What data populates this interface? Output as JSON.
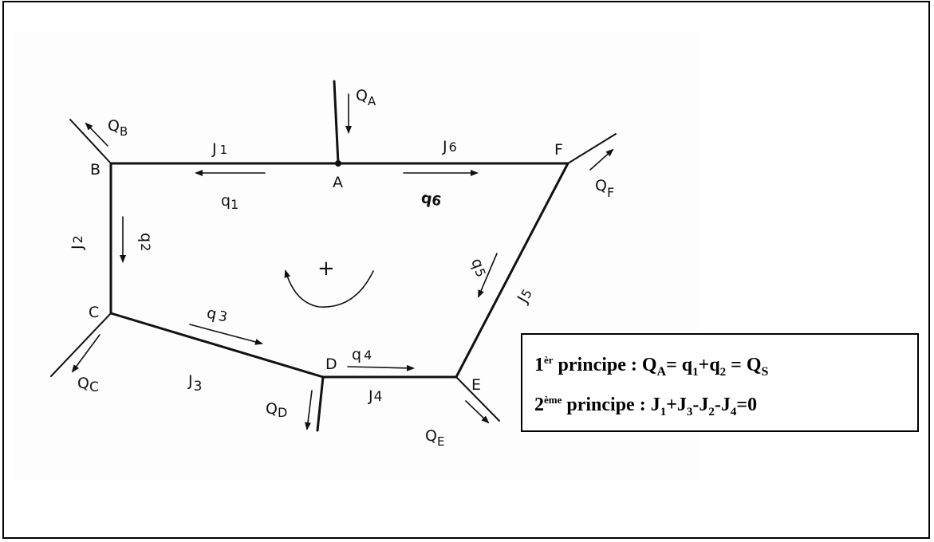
{
  "nodes": {
    "A": "A",
    "B": "B",
    "C": "C",
    "D": "D",
    "E": "E",
    "F": "F"
  },
  "inflows_outflows": {
    "QA": {
      "main": "Q",
      "sub": "A"
    },
    "QB": {
      "main": "Q",
      "sub": "B"
    },
    "QC": {
      "main": "Q",
      "sub": "C"
    },
    "QD": {
      "main": "Q",
      "sub": "D"
    },
    "QE": {
      "main": "Q",
      "sub": "E"
    },
    "QF": {
      "main": "Q",
      "sub": "F"
    }
  },
  "pipes": {
    "J1": {
      "main": "J",
      "sub": "1"
    },
    "J2": {
      "main": "J",
      "sub": "2"
    },
    "J3": {
      "main": "J",
      "sub": "3"
    },
    "J4": {
      "main": "J",
      "sub": "4"
    },
    "J5": {
      "main": "J",
      "sub": "5"
    },
    "J6": {
      "main": "J",
      "sub": "6"
    }
  },
  "flows": {
    "q1": {
      "main": "q",
      "sub": "1"
    },
    "q2": {
      "main": "q",
      "sub": "2"
    },
    "q3": {
      "main": "q",
      "sub": "3"
    },
    "q4": {
      "main": "q",
      "sub": "4"
    },
    "q5": {
      "main": "q",
      "sub": "5"
    },
    "q6": {
      "main": "q",
      "sub": "6"
    }
  },
  "loop_sign": "+",
  "principles": {
    "first": {
      "number": "1",
      "ordinal": "èr",
      "label": "principe : Q",
      "qa_sub": "A",
      "eq1": "= q",
      "q1_sub": "1",
      "plus": "+q",
      "q2_sub": "2",
      "eq2": " = Q",
      "qs_sub": "S"
    },
    "second": {
      "number": "2",
      "ordinal": "ème",
      "label": "principe : J",
      "j1": "1",
      "plus_j": "+J",
      "j3": "3",
      "minus_j": "-J",
      "j2": "2",
      "minus_j2": "-J",
      "j4": "4",
      "end": "=0"
    }
  },
  "colors": {
    "line": "#111111",
    "border": "#000000",
    "background": "#ffffff"
  }
}
